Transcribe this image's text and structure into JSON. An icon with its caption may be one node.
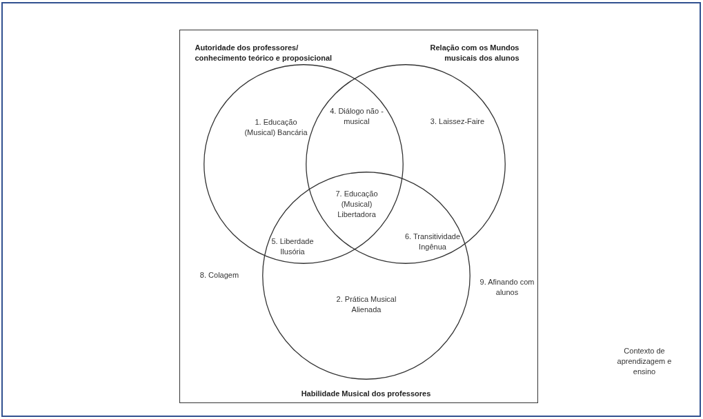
{
  "diagram": {
    "nodes": [
      {
        "text": [],
        "shape": "box"
      },
      {
        "text": [
          "Autoridade dos professores/ conhecimento teórico e proposicional"
        ],
        "in": 0
      },
      {
        "text": [
          "Relação com os Mundos musicais dos alunos"
        ],
        "in": 0
      },
      {
        "text": [
          "Habilidade Musical dos professores"
        ],
        "in": 0
      }
    ],
    "edges": [],
    "labels": [
      "1. Educação (Musical) Bancária",
      "4. Diálogo não -musical",
      "3. Laissez-Faire",
      "7. Educação (Musical) Libertadora",
      "5. Liberdade Ilusória",
      "6. Transitividade Ingênua",
      "8. Colagem",
      "2. Prática Musical Alienada",
      "9. Afinando com alunos",
      "Contexto de aprendizagem e ensino"
    ]
  }
}
